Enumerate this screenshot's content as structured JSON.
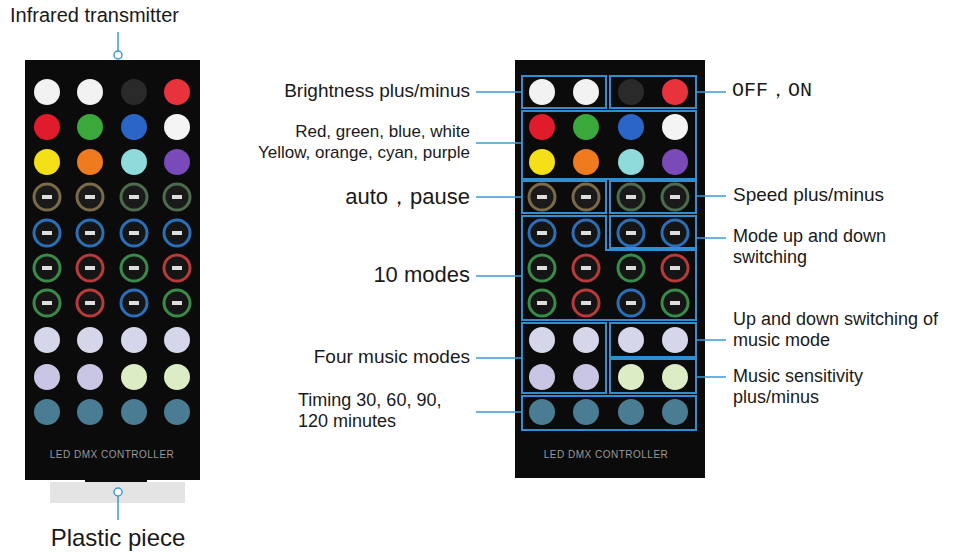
{
  "diagram": {
    "labels": [
      "Infrared transmitter",
      "LED DMX CONTROLLER",
      "Plastic piece",
      "Brightness plus/minus",
      "Red, green, blue, white",
      "Yellow, orange, cyan, purple",
      "auto，pause",
      "10 modes",
      "Four music modes",
      "Timing 30, 60, 90, 120 minutes",
      "LED DMX CONTROLLER",
      "OFF，ON",
      "Speed plus/minus",
      "Mode up and down switching",
      "Up and down switching of music mode",
      "Music sensitivity plus/minus"
    ]
  }
}
